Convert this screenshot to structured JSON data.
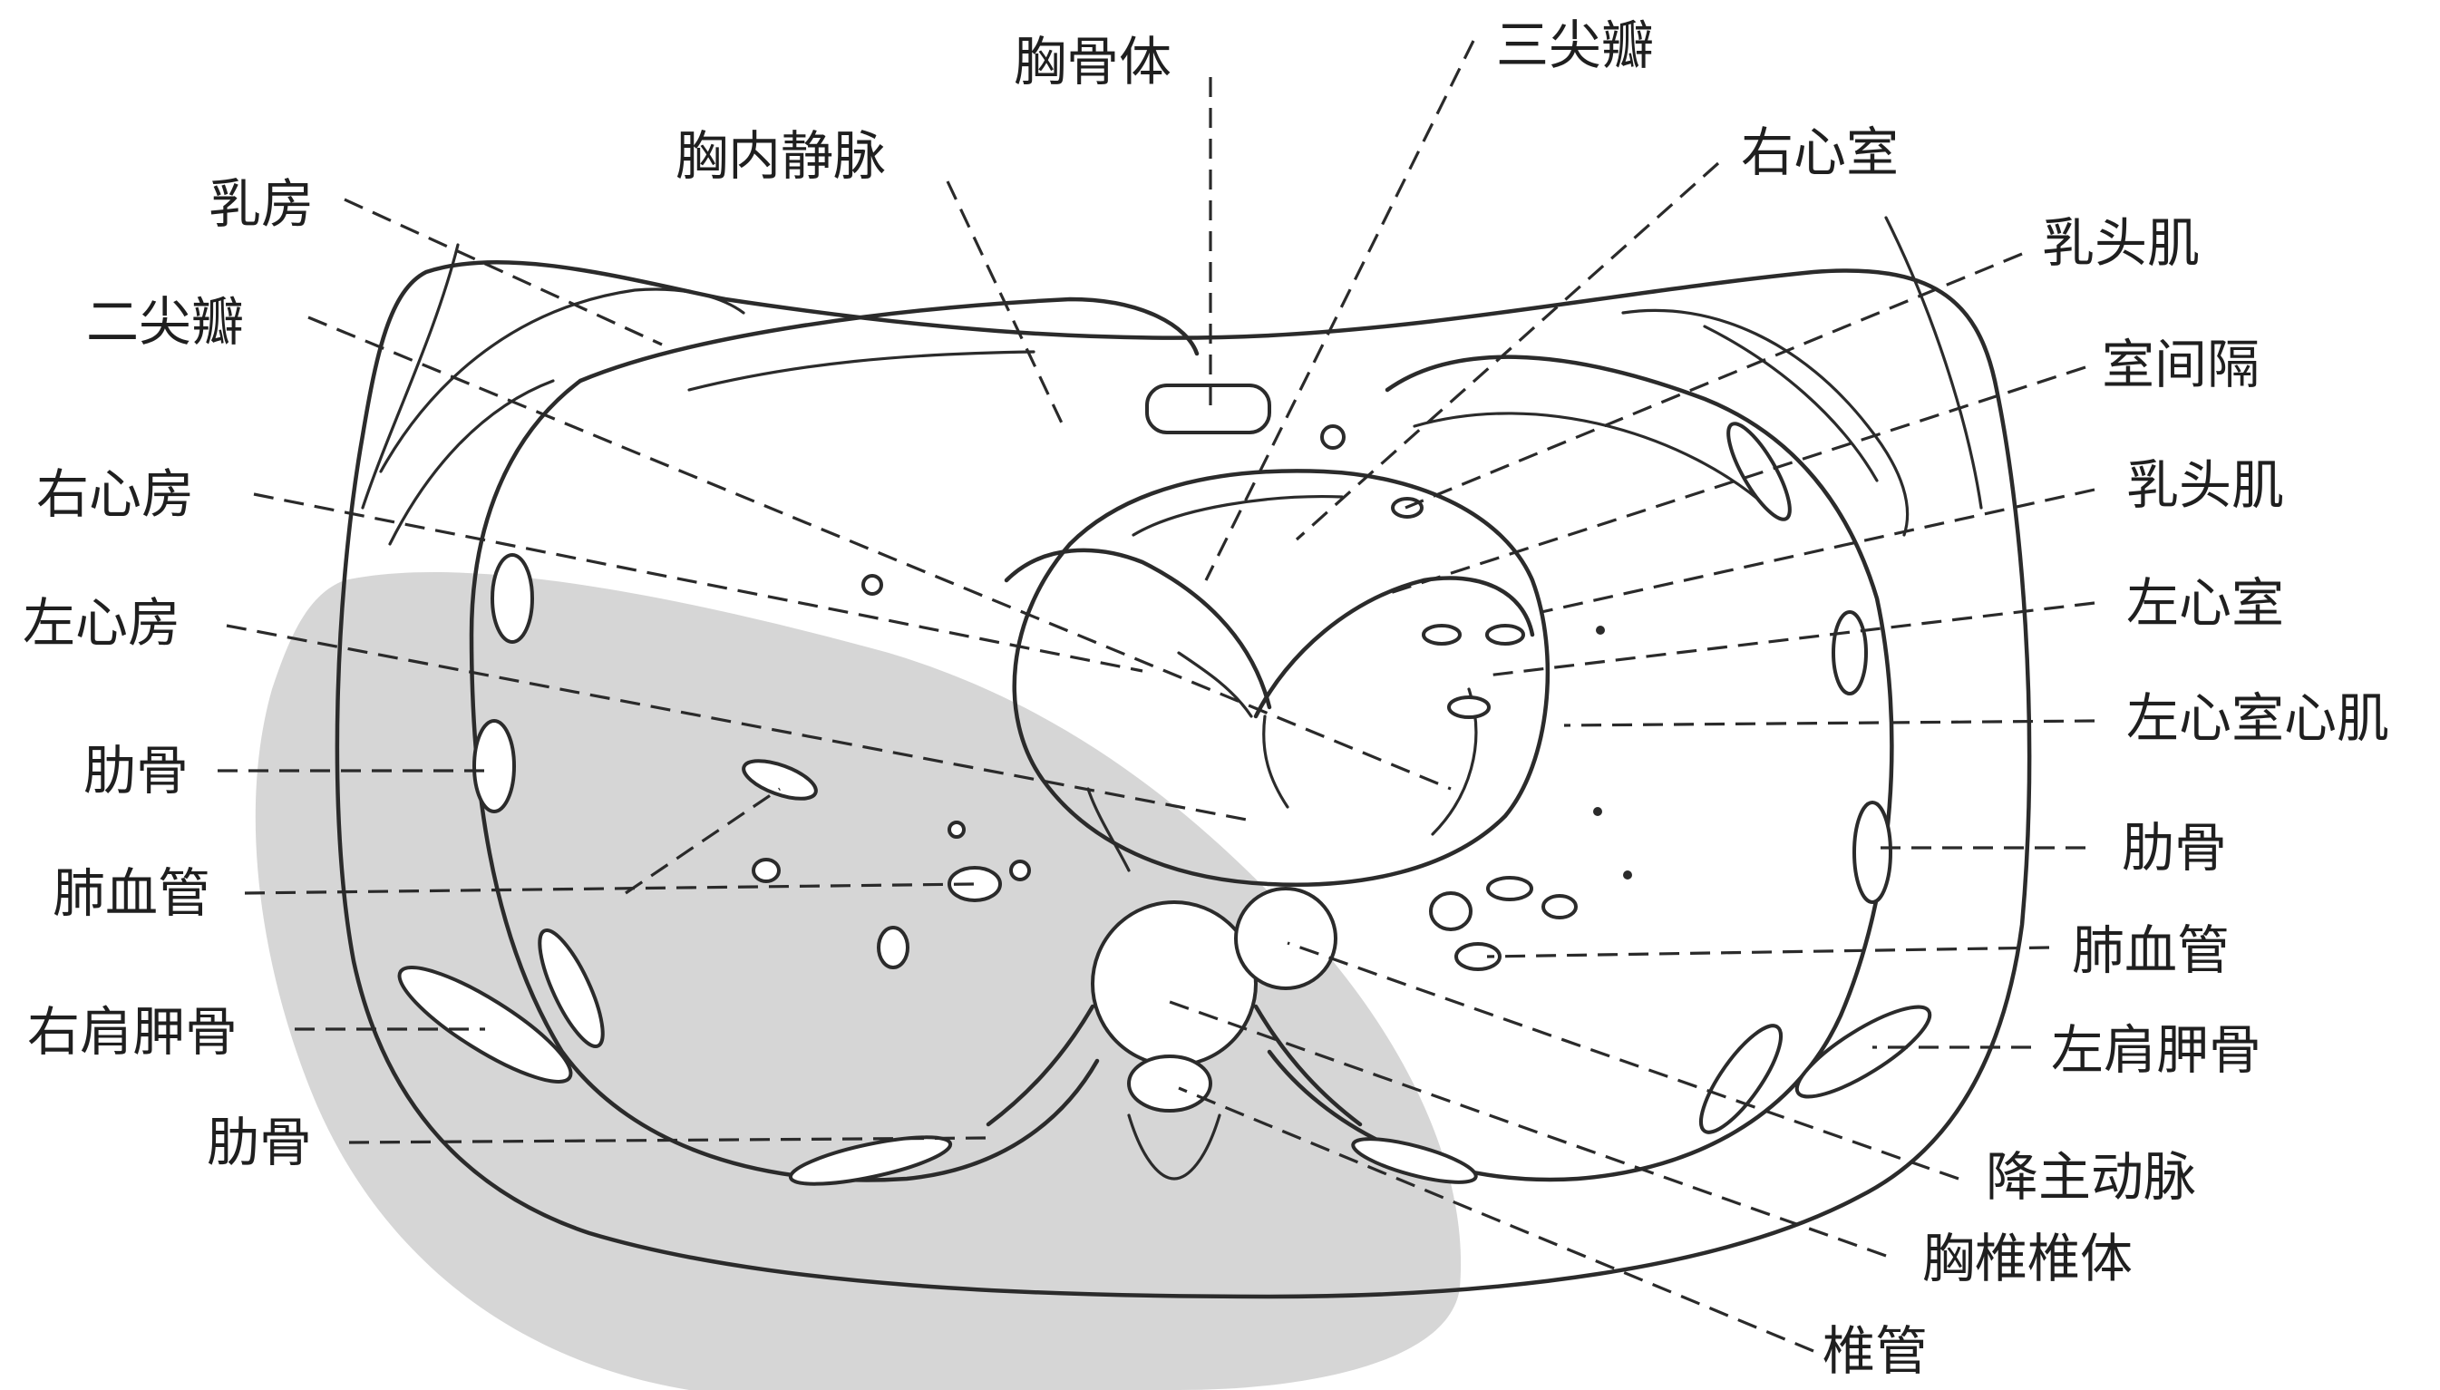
{
  "labels": {
    "sternum_body": "胸骨体",
    "tricuspid_valve": "三尖瓣",
    "internal_thoracic_vein": "胸内静脉",
    "right_ventricle": "右心室",
    "breast": "乳房",
    "papillary_muscle_1": "乳头肌",
    "mitral_valve": "二尖瓣",
    "interventricular_septum": "室间隔",
    "right_atrium": "右心房",
    "papillary_muscle_2": "乳头肌",
    "left_atrium": "左心房",
    "left_ventricle": "左心室",
    "left_ventricle_myocardium": "左心室心肌",
    "rib_left_side": "肋骨",
    "rib_right_side": "肋骨",
    "pulmonary_vessel_left_side": "肺血管",
    "pulmonary_vessel_right_side": "肺血管",
    "right_scapula": "右肩胛骨",
    "left_scapula": "左肩胛骨",
    "rib_bottom": "肋骨",
    "descending_aorta": "降主动脉",
    "thoracic_vertebral_body": "胸椎椎体",
    "vertebral_canal": "椎管"
  },
  "colors": {
    "line": "#2b2b2b",
    "text": "#1f1f1f",
    "watermark": "#c9c9c9",
    "background": "#ffffff"
  }
}
